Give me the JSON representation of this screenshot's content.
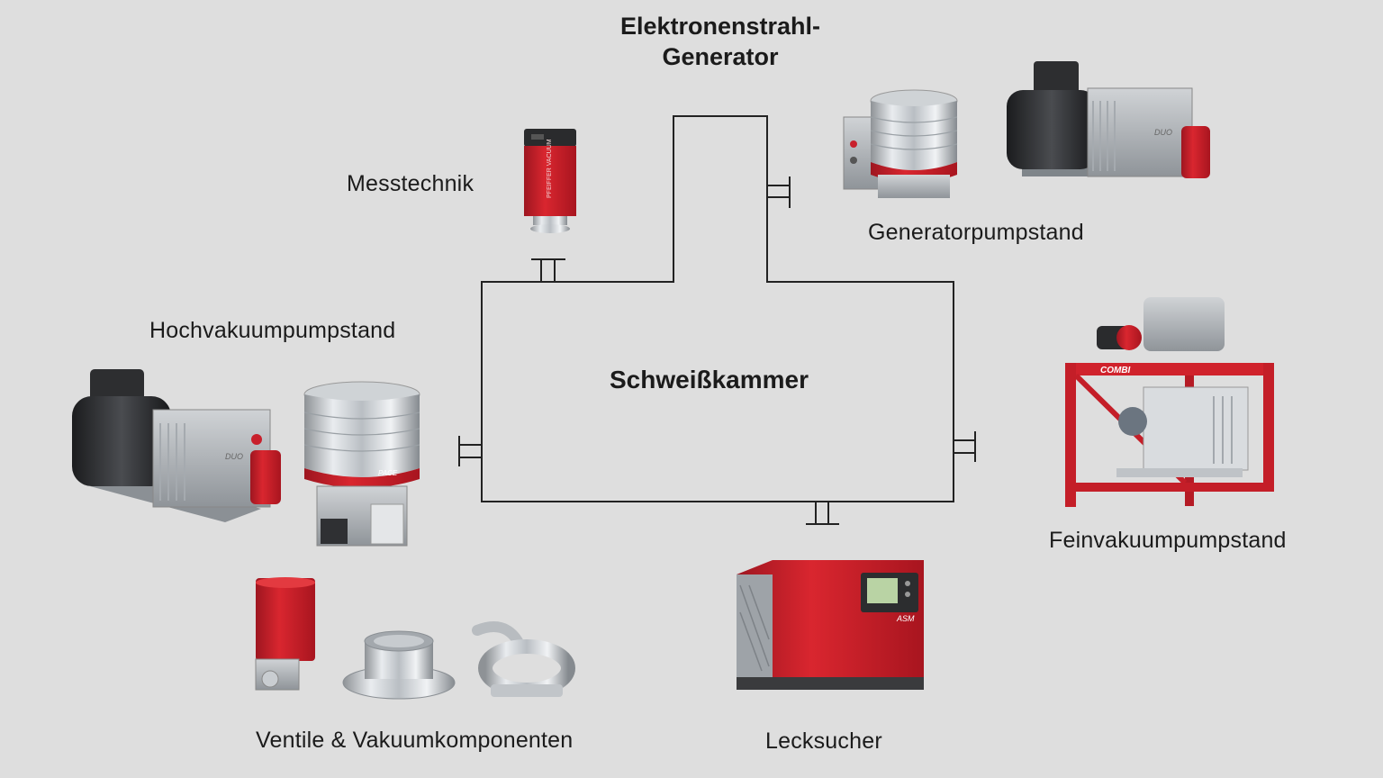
{
  "diagram": {
    "generator_title_line1": "Elektronenstrahl-",
    "generator_title_line2": "Generator",
    "chamber_label": "Schweißkammer",
    "labels": {
      "messtechnik": "Messtechnik",
      "generatorpumpstand": "Generatorpumpstand",
      "hochvakuumpumpstand": "Hochvakuumpumpstand",
      "feinvakuumpumpstand": "Feinvakuumpumpstand",
      "ventile": "Ventile & Vakuumkomponenten",
      "lecksucher": "Lecksucher"
    },
    "product_texts": {
      "gauge_brand": "PFEIFFER VACUUM",
      "duo_mark": "DUO",
      "combi_mark": "COMBI",
      "asm_mark": "ASM",
      "pace_mark": "PACE"
    },
    "colors": {
      "background": "#dedede",
      "line": "#222222",
      "brand_red": "#c8202c"
    }
  }
}
